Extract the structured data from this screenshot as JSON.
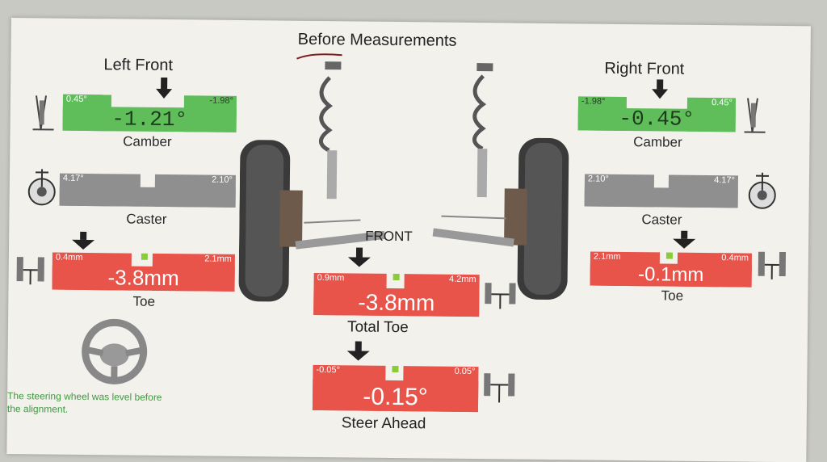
{
  "title": "Before Measurements",
  "front_label": "FRONT",
  "left": {
    "title": "Left Front",
    "camber": {
      "label": "Camber",
      "min": "0.45°",
      "max": "-1.98°",
      "value": "-1.21°"
    },
    "caster": {
      "label": "Caster",
      "min": "4.17°",
      "max": "2.10°"
    },
    "toe": {
      "label": "Toe",
      "min": "0.4mm",
      "max": "2.1mm",
      "value": "-3.8mm"
    }
  },
  "right": {
    "title": "Right Front",
    "camber": {
      "label": "Camber",
      "min": "-1.98°",
      "max": "0.45°",
      "value": "-0.45°"
    },
    "caster": {
      "label": "Caster",
      "min": "2.10°",
      "max": "4.17°"
    },
    "toe": {
      "label": "Toe",
      "min": "2.1mm",
      "max": "0.4mm",
      "value": "-0.1mm"
    }
  },
  "total_toe": {
    "label": "Total Toe",
    "min": "0.9mm",
    "max": "4.2mm",
    "value": "-3.8mm"
  },
  "steer_ahead": {
    "label": "Steer Ahead",
    "min": "-0.05°",
    "max": "0.05°",
    "value": "-0.15°"
  },
  "note": {
    "line1": "The steering wheel was level before",
    "line2": "the alignment."
  },
  "colors": {
    "good": "#5fbe5a",
    "bad": "#e8534a",
    "neutral": "#8f8f8f"
  },
  "icons": [
    "camber-icon",
    "caster-icon",
    "toe-icon",
    "steering-wheel-icon",
    "suspension-illustration"
  ]
}
